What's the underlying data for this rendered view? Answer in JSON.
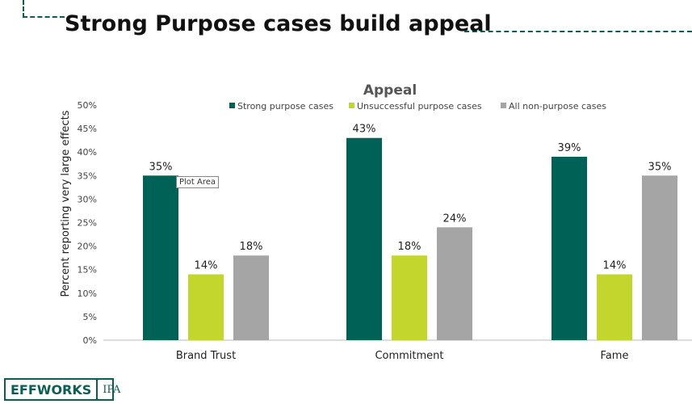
{
  "slide": {
    "title": "Strong Purpose cases build appeal",
    "tooltip": "Plot Area",
    "logo_left": "EFFWORKS",
    "logo_right": "IPA"
  },
  "chart_data": {
    "type": "bar",
    "title": "Appeal",
    "ylabel": "Percent reporting very large effects",
    "xlabel": "",
    "categories": [
      "Brand Trust",
      "Commitment",
      "Fame"
    ],
    "ylim": [
      0,
      50
    ],
    "yticks": [
      "0%",
      "5%",
      "10%",
      "15%",
      "20%",
      "25%",
      "30%",
      "35%",
      "40%",
      "45%",
      "50%"
    ],
    "legend_position": "top",
    "series": [
      {
        "name": "Strong purpose cases",
        "color": "#006157",
        "values": [
          35,
          43,
          39
        ]
      },
      {
        "name": "Unsuccessful purpose cases",
        "color": "#c2d62e",
        "values": [
          14,
          18,
          14
        ]
      },
      {
        "name": "All non-purpose cases",
        "color": "#a5a5a5",
        "values": [
          18,
          24,
          35
        ]
      }
    ]
  }
}
